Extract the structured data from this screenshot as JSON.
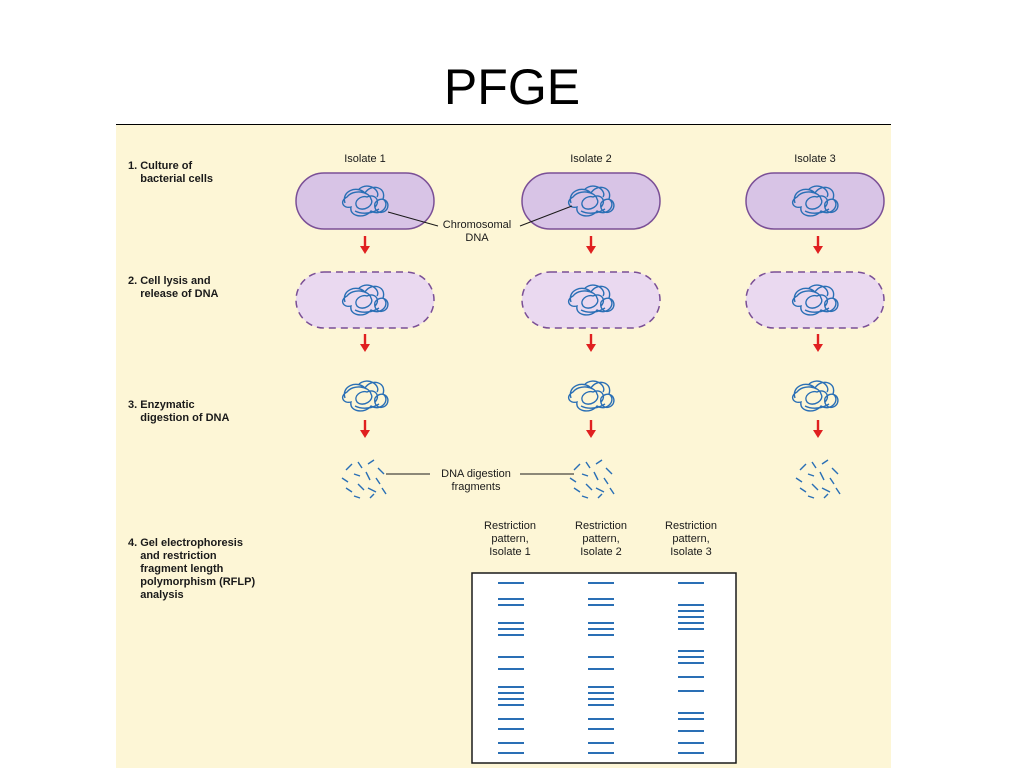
{
  "slide": {
    "title": "PFGE"
  },
  "steps": [
    "1. Culture of\n    bacterial cells",
    "2. Cell lysis and\n    release of DNA",
    "3. Enzymatic\n    digestion of DNA",
    "4. Gel electrophoresis\n    and restriction\n    fragment length\n    polymorphism (RFLP)\n    analysis"
  ],
  "isolates": [
    "Isolate 1",
    "Isolate 2",
    "Isolate 3"
  ],
  "annotations": {
    "chromosomal": "Chromosomal\nDNA",
    "fragments": "DNA digestion\nfragments"
  },
  "patterns": [
    "Restriction\npattern,\nIsolate 1",
    "Restriction\npattern,\nIsolate 2",
    "Restriction\npattern,\nIsolate 3"
  ],
  "colors": {
    "background": "#fdf6d6",
    "cell_fill": "#d8c4e6",
    "cell_stroke": "#7a4f96",
    "dna": "#2a6fb5",
    "arrow": "#e02020",
    "band": "#2a6fb5"
  }
}
